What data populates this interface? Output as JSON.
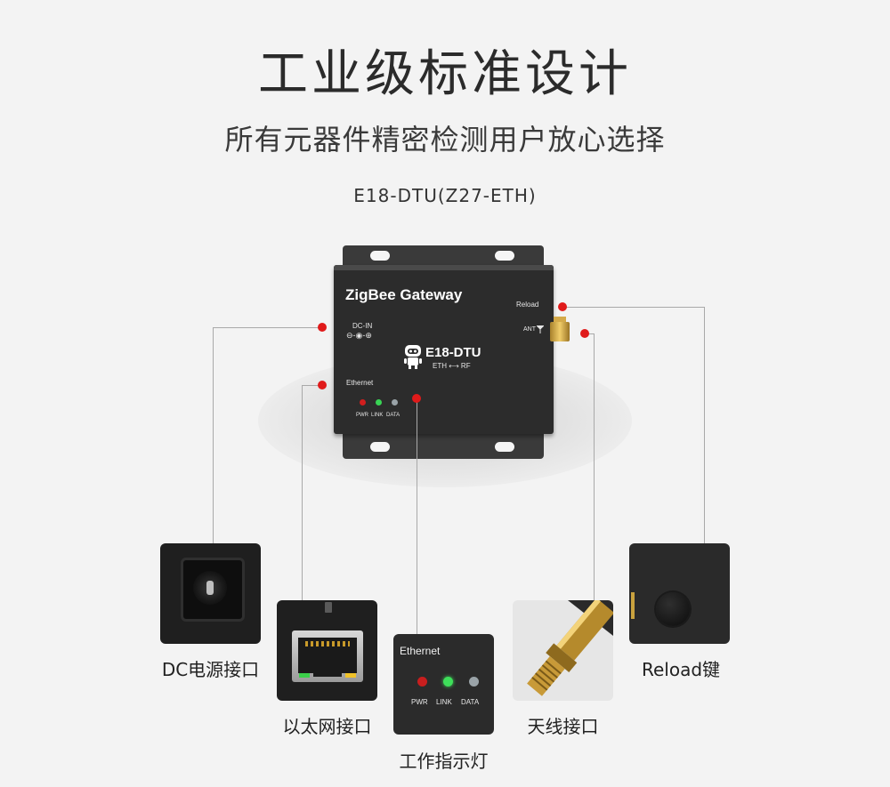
{
  "header": {
    "title": "工业级标准设计",
    "subtitle": "所有元器件精密检测用户放心选择",
    "model": "E18-DTU(Z27-ETH)"
  },
  "device": {
    "name": "ZigBee Gateway",
    "dc_in": "DC-IN",
    "dc_symbol": "⊖-◉-⊕",
    "brand": "E18-DTU",
    "brand_sub": "ETH ⟷ RF",
    "reload": "Reload",
    "ant": "ANT",
    "ethernet": "Ethernet",
    "leds": [
      "PWR",
      "LINK",
      "DATA"
    ]
  },
  "callouts": {
    "dc": "DC电源接口",
    "ethernet": "以太网接口",
    "indicator": "工作指示灯",
    "antenna": "天线接口",
    "reload": "Reload键"
  },
  "indicator_panel": {
    "title": "Ethernet",
    "leds": [
      "PWR",
      "LINK",
      "DATA"
    ]
  },
  "colors": {
    "callout_dot": "#e01a1a",
    "led_pwr": "#d11e1e",
    "led_link": "#39d354",
    "led_data": "#9aa3a8"
  }
}
